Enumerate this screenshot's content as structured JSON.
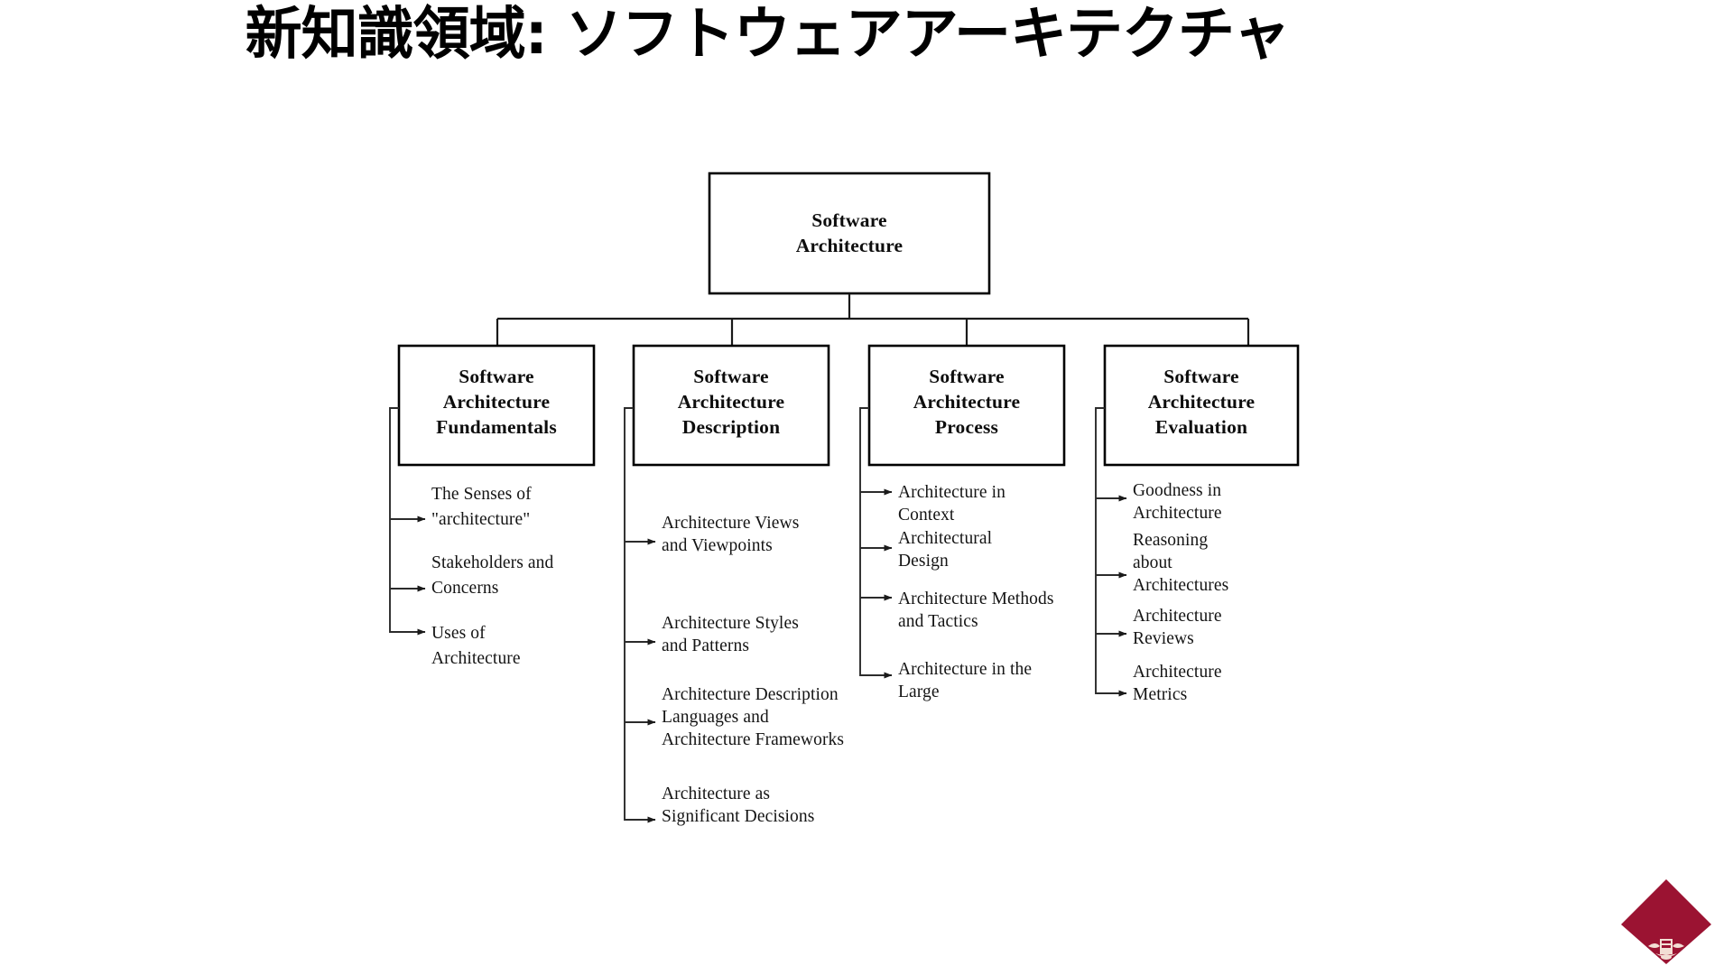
{
  "slide": {
    "title": "新知識領域: ソフトウェアアーキテクチャ",
    "background_color": "#ffffff",
    "text_color": "#000000"
  },
  "logo": {
    "name": "diamond-crest-logo",
    "shape": "diamond",
    "color": "#9b1332",
    "emblem_color": "#f2dcd2"
  },
  "diagram": {
    "type": "tree",
    "root": {
      "label": "Software\nArchitecture",
      "line1": "Software",
      "line2": "Architecture"
    },
    "branches": [
      {
        "box": {
          "line1": "Software",
          "line2": "Architecture",
          "line3": "Fundamentals"
        },
        "leaves": [
          {
            "lines": [
              "The Senses of",
              "\"architecture\""
            ]
          },
          {
            "lines": [
              "Stakeholders and",
              "Concerns"
            ]
          },
          {
            "lines": [
              "Uses of",
              "Architecture"
            ]
          }
        ]
      },
      {
        "box": {
          "line1": "Software",
          "line2": "Architecture",
          "line3": "Description"
        },
        "leaves": [
          {
            "lines": [
              "Architecture Views",
              "and Viewpoints"
            ]
          },
          {
            "lines": [
              "Architecture Styles",
              "and Patterns"
            ]
          },
          {
            "lines": [
              "Architecture Description",
              "Languages and",
              "Architecture Frameworks"
            ]
          },
          {
            "lines": [
              "Architecture as",
              "Significant Decisions"
            ]
          }
        ]
      },
      {
        "box": {
          "line1": "Software",
          "line2": "Architecture",
          "line3": "Process"
        },
        "leaves": [
          {
            "lines": [
              "Architecture in",
              "Context"
            ]
          },
          {
            "lines": [
              "Architectural",
              "Design"
            ]
          },
          {
            "lines": [
              "Architecture Methods",
              "and Tactics"
            ]
          },
          {
            "lines": [
              "Architecture in the",
              "Large"
            ]
          }
        ]
      },
      {
        "box": {
          "line1": "Software",
          "line2": "Architecture",
          "line3": "Evaluation"
        },
        "leaves": [
          {
            "lines": [
              "Goodness in",
              "Architecture"
            ]
          },
          {
            "lines": [
              "Reasoning",
              "about",
              "Architectures"
            ]
          },
          {
            "lines": [
              "Architecture",
              "Reviews"
            ]
          },
          {
            "lines": [
              "Architecture",
              "Metrics"
            ]
          }
        ]
      }
    ]
  }
}
